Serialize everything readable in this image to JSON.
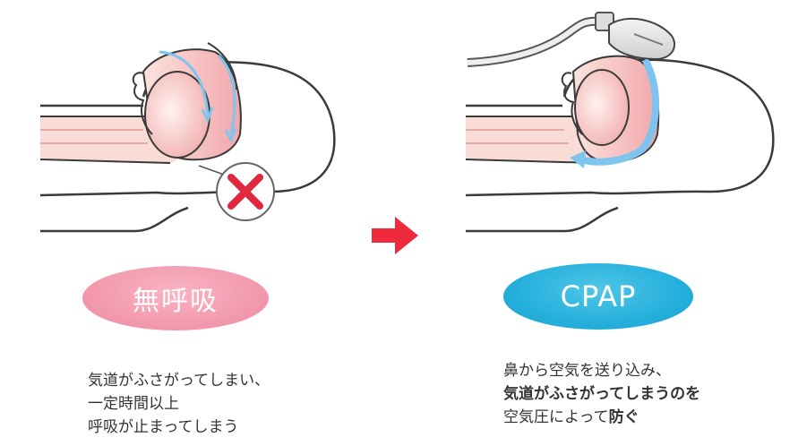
{
  "left": {
    "badge_label": "無呼吸",
    "caption_lines": [
      "気道がふさがってしまい、",
      "一定時間以上",
      "呼吸が止まってしまう"
    ]
  },
  "right": {
    "badge_label": "CPAP",
    "caption_lines": [
      "鼻から空気を送り込み、",
      "気道がふさがってしまうのを",
      "空気圧によって防ぐ"
    ],
    "caption_bold": [
      {
        "line": 1,
        "text": "気道がふさがってしまうのを"
      },
      {
        "line": 2,
        "text": "防ぐ"
      }
    ]
  },
  "colors": {
    "outline": "#3a3a3a",
    "skin": "#f7d6cf",
    "throat": "#f4b2b4",
    "airway_arrow": "#7fc4ee",
    "cross": "#e0283e",
    "transition_arrow": "#ee2a3c",
    "pill_left": "#f39aae",
    "pill_right": "#25b0dc"
  },
  "icons": {
    "blocked": "red-cross-icon",
    "transition": "right-arrow-icon"
  }
}
